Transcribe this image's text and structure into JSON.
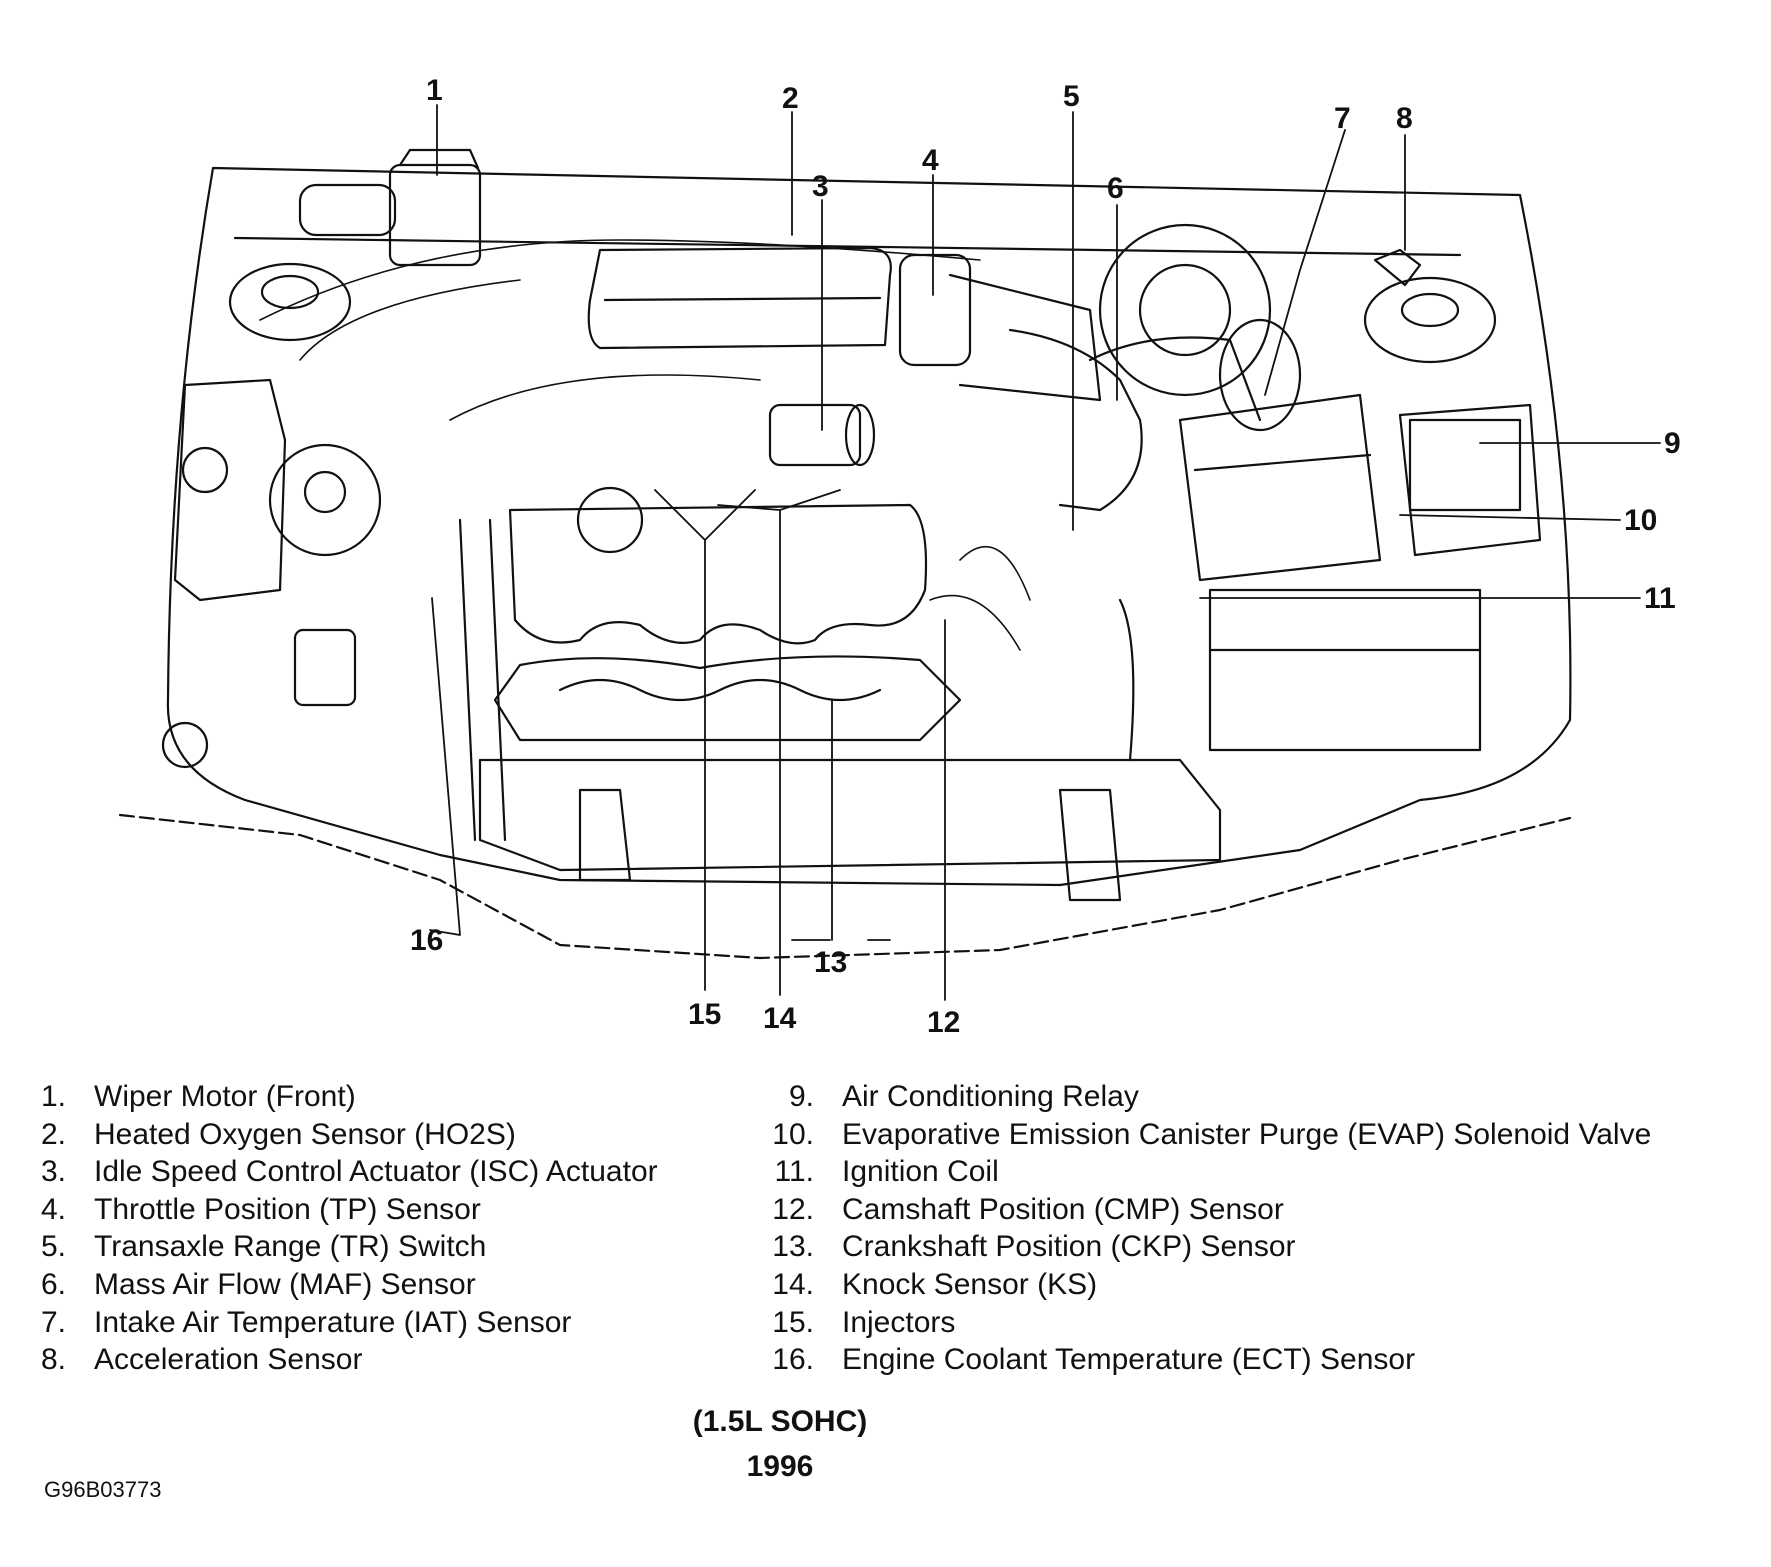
{
  "callouts": [
    {
      "num": "1",
      "label": "Wiper Motor (Front)"
    },
    {
      "num": "2",
      "label": "Heated Oxygen Sensor (HO2S)"
    },
    {
      "num": "3",
      "label": "Idle Speed Control Actuator (ISC) Actuator"
    },
    {
      "num": "4",
      "label": "Throttle Position (TP) Sensor"
    },
    {
      "num": "5",
      "label": "Transaxle Range (TR) Switch"
    },
    {
      "num": "6",
      "label": "Mass Air Flow (MAF) Sensor"
    },
    {
      "num": "7",
      "label": "Intake Air Temperature (IAT) Sensor"
    },
    {
      "num": "8",
      "label": "Acceleration Sensor"
    },
    {
      "num": "9",
      "label": "Air Conditioning Relay"
    },
    {
      "num": "10",
      "label": "Evaporative Emission Canister Purge (EVAP) Solenoid Valve"
    },
    {
      "num": "11",
      "label": "Ignition Coil"
    },
    {
      "num": "12",
      "label": "Camshaft Position (CMP) Sensor"
    },
    {
      "num": "13",
      "label": "Crankshaft Position (CKP) Sensor"
    },
    {
      "num": "14",
      "label": "Knock Sensor (KS)"
    },
    {
      "num": "15",
      "label": "Injectors"
    },
    {
      "num": "16",
      "label": "Engine Coolant Temperature (ECT) Sensor"
    }
  ],
  "legend": {
    "left": [
      {
        "n": "1.",
        "text": "Wiper Motor (Front)"
      },
      {
        "n": "2.",
        "text": "Heated Oxygen Sensor (HO2S)"
      },
      {
        "n": "3.",
        "text": "Idle Speed Control Actuator (ISC) Actuator"
      },
      {
        "n": "4.",
        "text": "Throttle Position (TP) Sensor"
      },
      {
        "n": "5.",
        "text": "Transaxle Range (TR) Switch"
      },
      {
        "n": "6.",
        "text": "Mass Air Flow (MAF) Sensor"
      },
      {
        "n": "7.",
        "text": "Intake Air Temperature (IAT) Sensor"
      },
      {
        "n": "8.",
        "text": "Acceleration Sensor"
      }
    ],
    "right": [
      {
        "n": "9.",
        "text": "Air Conditioning Relay"
      },
      {
        "n": "10.",
        "text": "Evaporative Emission Canister Purge (EVAP) Solenoid Valve"
      },
      {
        "n": "11.",
        "text": "Ignition Coil"
      },
      {
        "n": "12.",
        "text": "Camshaft Position (CMP) Sensor"
      },
      {
        "n": "13.",
        "text": "Crankshaft Position (CKP) Sensor"
      },
      {
        "n": "14.",
        "text": "Knock Sensor (KS)"
      },
      {
        "n": "15.",
        "text": "Injectors"
      },
      {
        "n": "16.",
        "text": "Engine Coolant Temperature (ECT) Sensor"
      }
    ]
  },
  "caption": {
    "engine": "(1.5L SOHC)",
    "year": "1996"
  },
  "figure_id": "G96B03773",
  "colors": {
    "ink": "#111111",
    "paper": "#ffffff"
  }
}
